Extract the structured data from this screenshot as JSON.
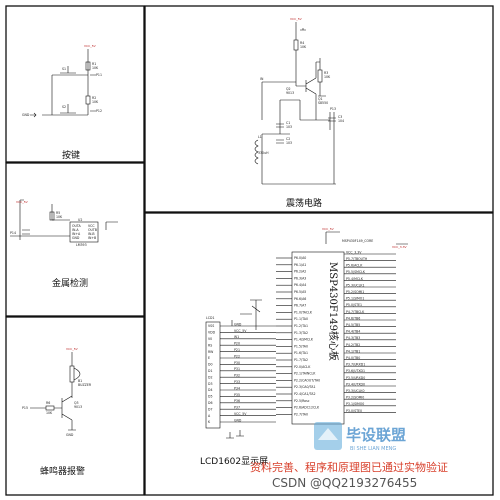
{
  "panels": {
    "keys": {
      "caption": "按键",
      "labels": [
        "VCC_5V",
        "S1",
        "S2",
        "R1",
        "10K",
        "R2",
        "10K",
        "P11",
        "P12",
        "GND"
      ]
    },
    "oscillator": {
      "caption": "震荡电路",
      "labels": [
        "VCC_5V",
        "R4",
        "10K",
        "R3",
        "10K",
        "Q1",
        "S8550",
        "Q2",
        "9013",
        "L1",
        "330uH",
        "C1",
        "103",
        "C2",
        "103",
        "C3",
        "104",
        "IN",
        "P13"
      ]
    },
    "metal": {
      "caption": "金属检测",
      "labels": [
        "VCC_5V",
        "R5",
        "10K",
        "U2",
        "OUTA",
        "VCC",
        "IN-A",
        "OUTB",
        "IN+A",
        "IN-B",
        "GND",
        "IN+B",
        "LM393",
        "P14"
      ]
    },
    "buzzer": {
      "caption": "蜂鸣器报警",
      "labels": [
        "VCC_5V",
        "B1",
        "BUZZER",
        "Q3",
        "9013",
        "R6",
        "10K",
        "P15",
        "GND"
      ]
    },
    "mcu": {
      "chip_title": "MSP430F149核心板",
      "lcd_caption": "LCD1602显示屏",
      "header_label": "MSP430F149_CORE",
      "vcc_label": "VCC_5V",
      "vcc33_label": "VCC_3.3V",
      "lcd_ref": "LCD1",
      "lcd_pins": [
        "VSS",
        "VDD",
        "V0",
        "RS",
        "RW",
        "E",
        "D0",
        "D1",
        "D2",
        "D3",
        "D4",
        "D5",
        "D6",
        "D7",
        "A",
        "K"
      ],
      "left_pins": [
        "P6.0/A0",
        "P6.1/A1",
        "P6.2/A2",
        "P6.3/A3",
        "P6.4/A4",
        "P6.5/A5",
        "P6.6/A6",
        "P6.7/A7",
        "P1.0/TACLK",
        "P1.1/TA0",
        "P1.2/TA1",
        "P1.3/TA2",
        "P1.4/SMCLK",
        "P1.5/TA0",
        "P1.6/TA1",
        "P1.7/TA2",
        "P2.0/ACLK",
        "P2.1/TAINCLK",
        "P2.2/CAOUT/TA0",
        "P2.3/CA0/TA1",
        "P2.4/CA1/TA2",
        "P2.5/Rosc",
        "P2.6/ADC12CLK",
        "P2.7/TA0"
      ],
      "right_pins": [
        "VCC_3.3V",
        "P5.7/TBOUTH",
        "P5.6/ACLK",
        "P5.5/SMCLK",
        "P5.4/MCLK",
        "P5.3/UCLK1",
        "P5.2/SOMI1",
        "P5.1/SIMO1",
        "P5.0/STE1",
        "P4.7/TBCLK",
        "P4.6/TB6",
        "P4.5/TB5",
        "P4.4/TB4",
        "P4.3/TB3",
        "P4.2/TB2",
        "P4.1/TB1",
        "P4.0/TB0",
        "P3.7/URXD1",
        "P3.6/UTXD1",
        "P3.5/URXD0",
        "P3.4/UTXD0",
        "P3.3/UCLK0",
        "P3.2/SOMI0",
        "P3.1/SIMO0",
        "P3.0/STE0"
      ],
      "lcd_nets": [
        "GND",
        "VCC_5V",
        "W1",
        "P20",
        "P21",
        "P22",
        "P30",
        "P31",
        "P32",
        "P33",
        "P34",
        "P35",
        "P36",
        "P37",
        "VCC_5V",
        "GND"
      ]
    },
    "watermark": {
      "brand": "毕设联盟",
      "brand_pinyin": "BI SHE LIAN MENG",
      "notice": "资料完善、程序和原理图已通过实物验证",
      "credit": "CSDN @QQ2193276455"
    }
  }
}
